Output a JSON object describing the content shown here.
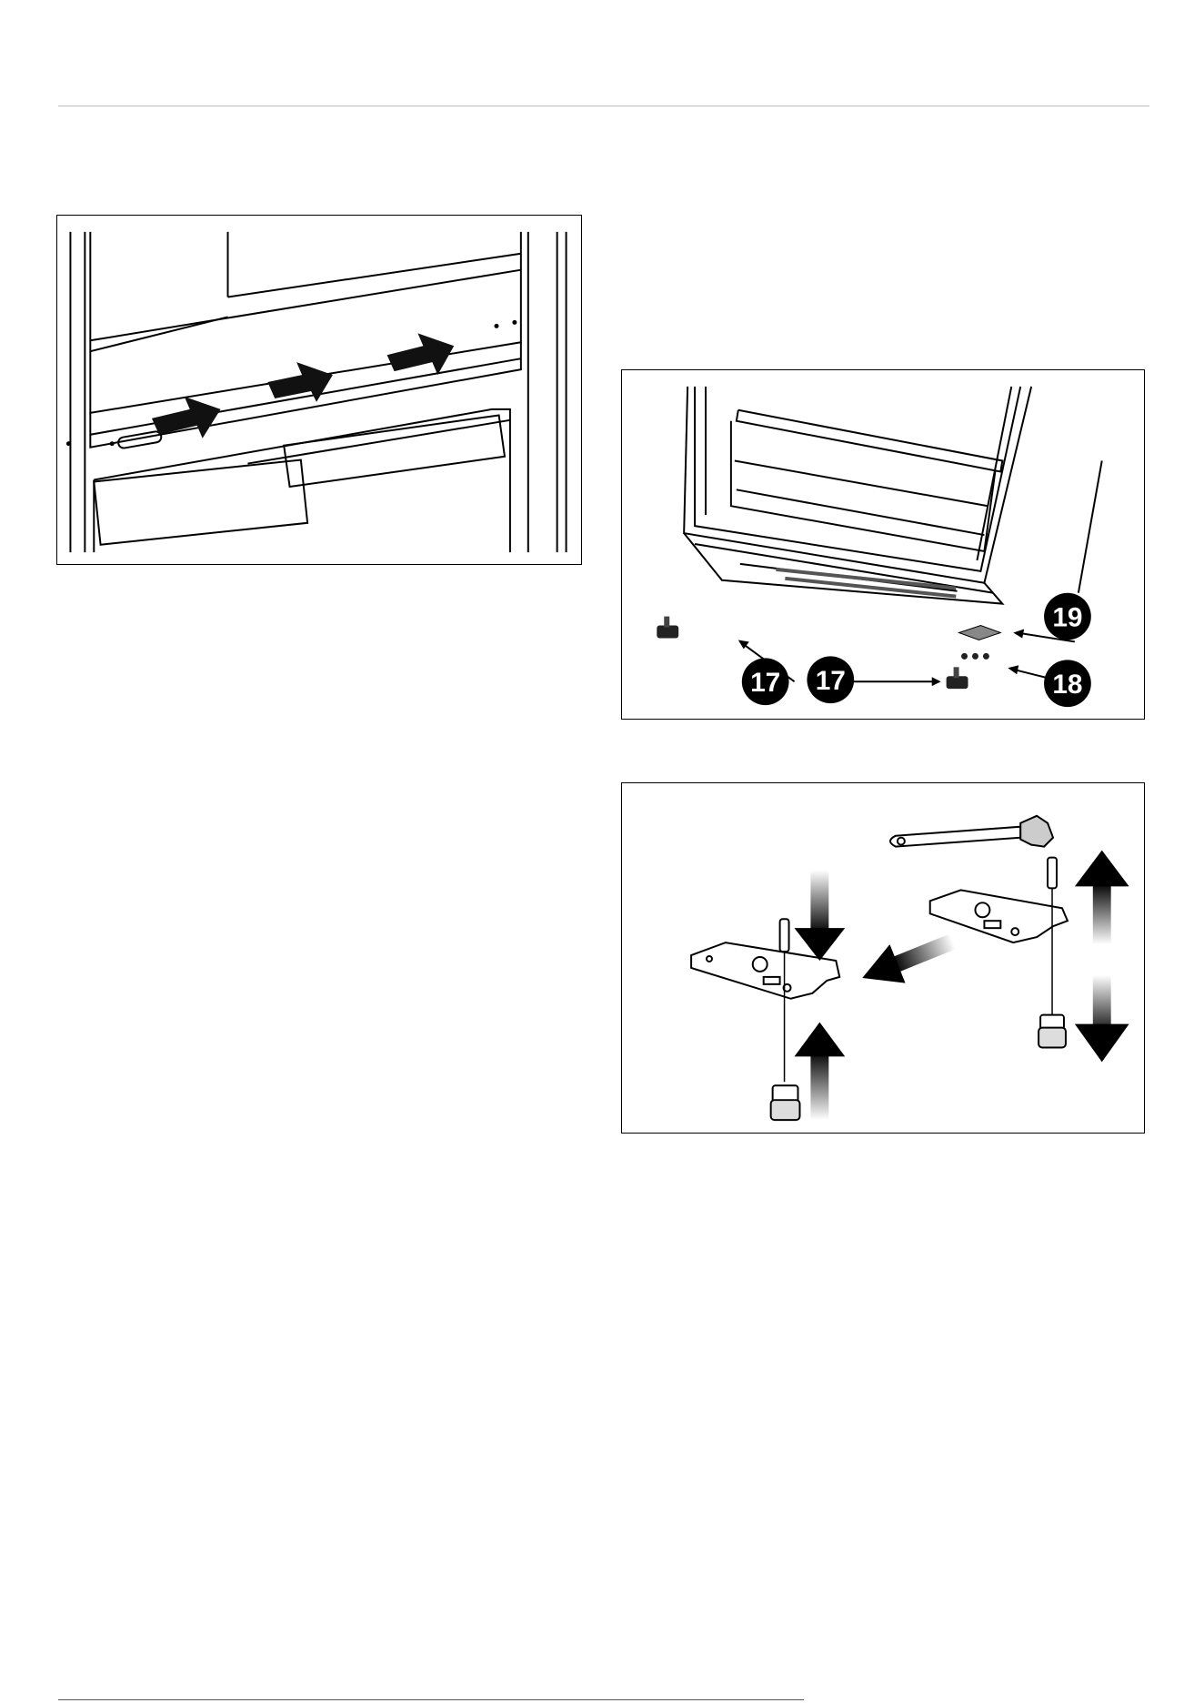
{
  "figures": [
    {
      "id": "drawer-rail-figure",
      "callouts": []
    },
    {
      "id": "door-removal-figure",
      "callouts": [
        "17",
        "17",
        "19",
        "18"
      ]
    },
    {
      "id": "hinge-swap-figure",
      "callouts": []
    }
  ],
  "callout_labels": {
    "foot_left": "17",
    "foot_right": "17",
    "hinge_bracket": "19",
    "screws": "18"
  }
}
